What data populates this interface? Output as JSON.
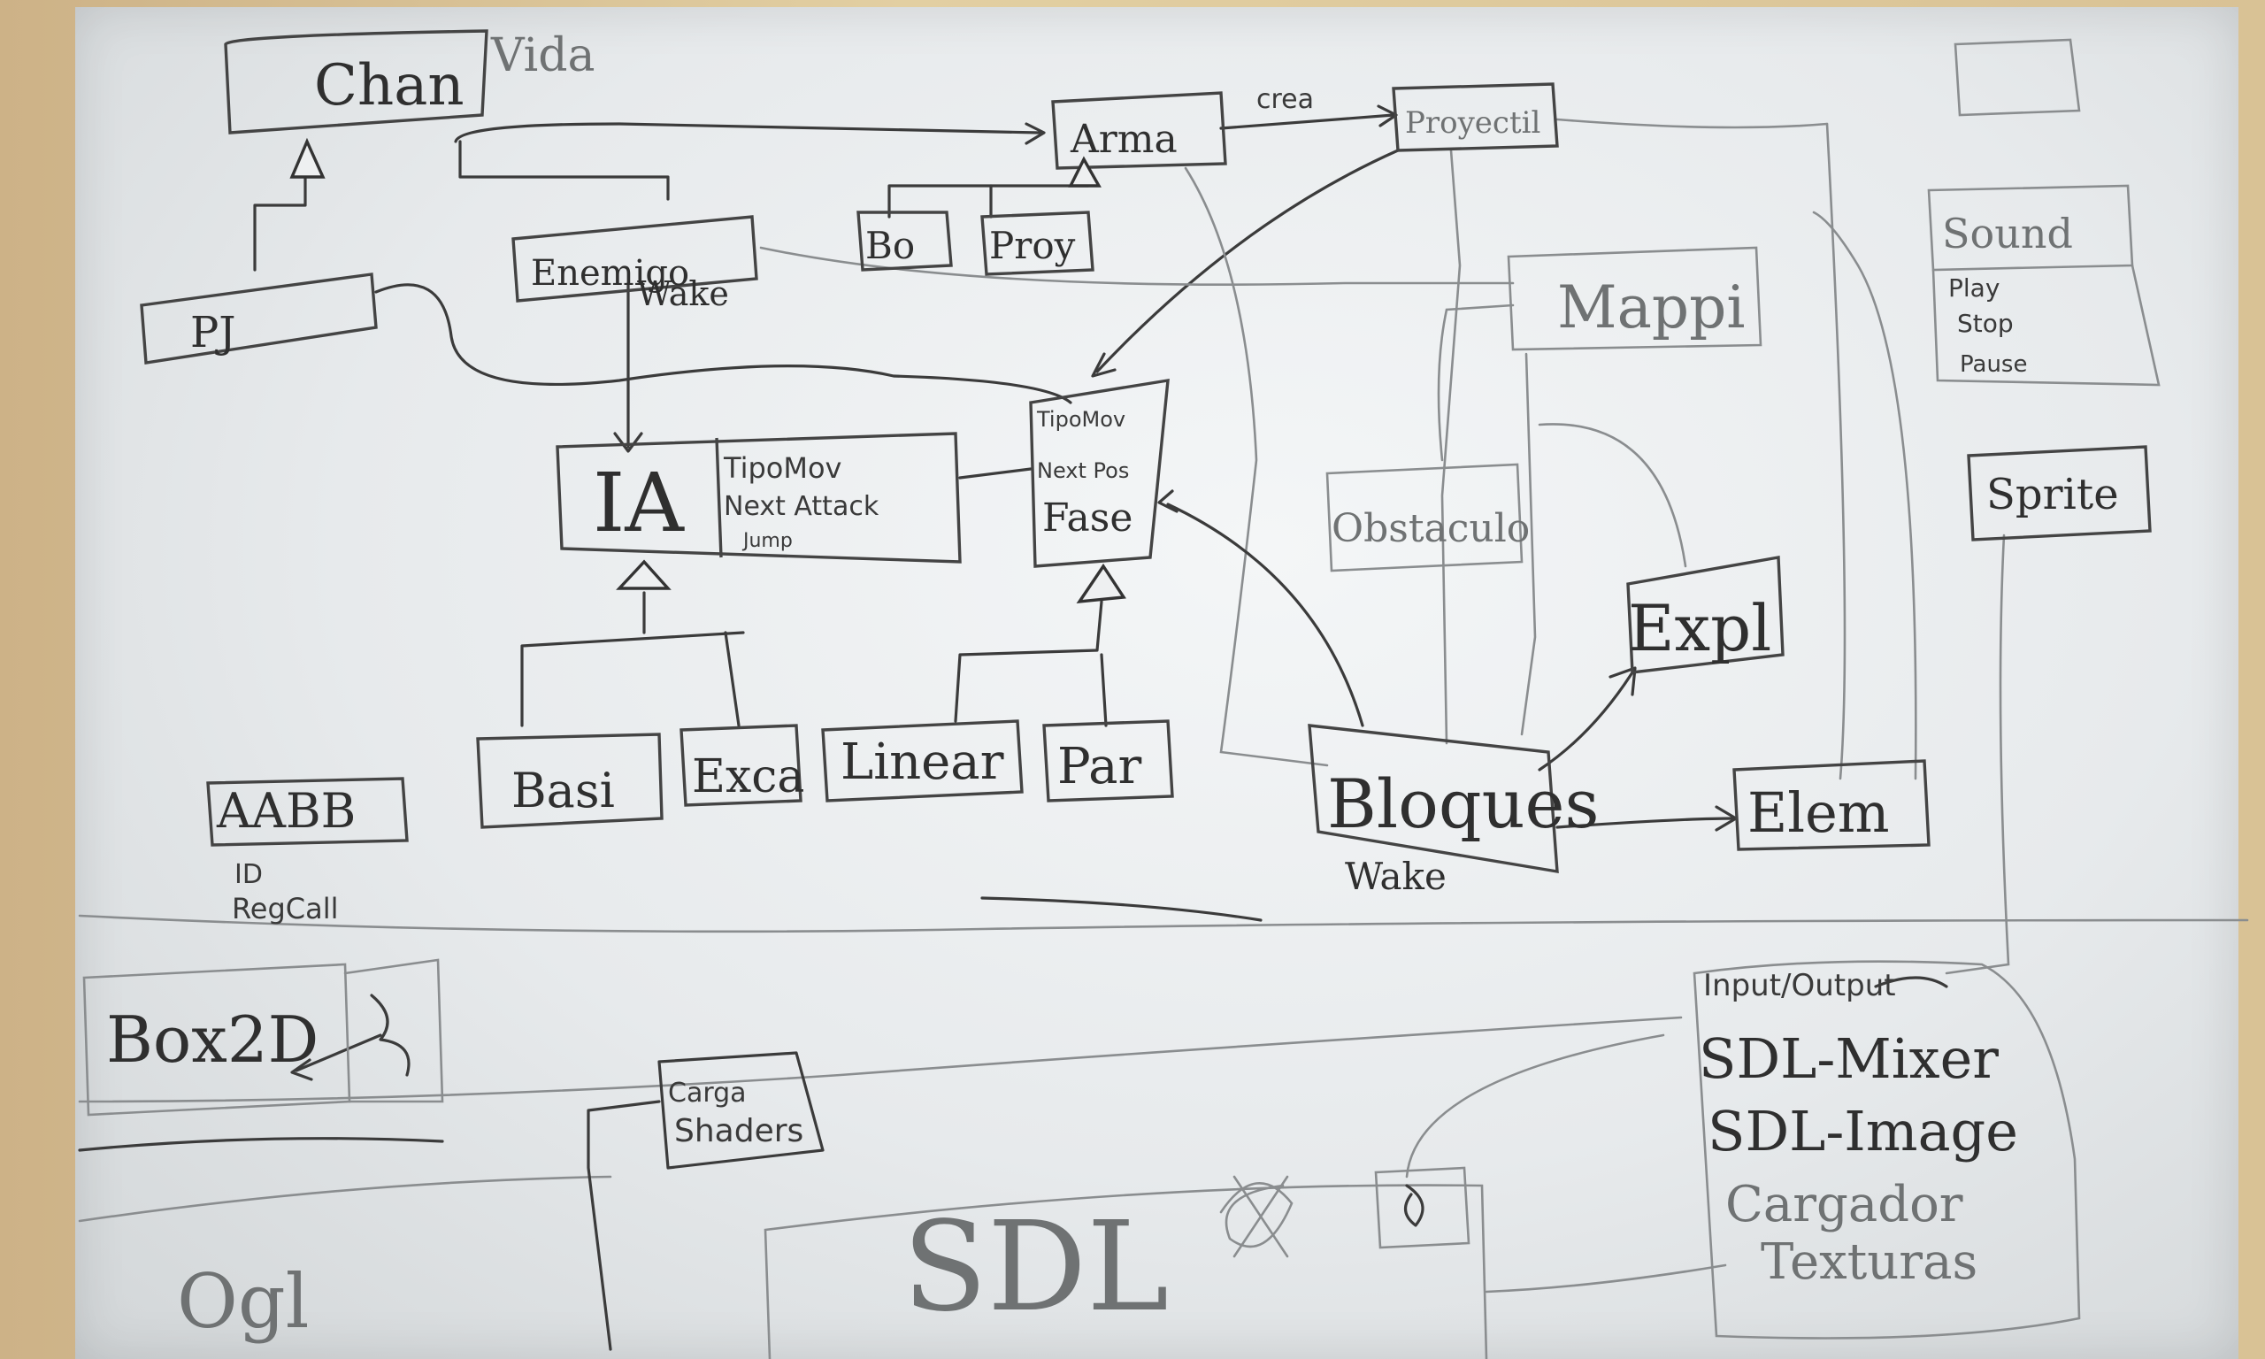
{
  "classes": {
    "chan": "Chan",
    "vida": "Vida",
    "arma": "Arma",
    "crea": "crea",
    "proyectil": "Proyectil",
    "bo": "Bo",
    "proy": "Proy",
    "enemigo": "Enemigo",
    "enemigo_wake": "Wake",
    "pj": "PJ",
    "ia": "IA",
    "ia_attrs": [
      "TipoMov",
      "Next Attack",
      "Jump"
    ],
    "tipomov": "TipoMov",
    "tipomov_attrs": [
      "Next Pos",
      "Fase"
    ],
    "basi": "Basi",
    "exca": "Exca",
    "linear": "Linear",
    "par": "Par",
    "mappi": "Mappi",
    "obstaculo": "Obstaculo",
    "expl": "Expl",
    "bloques": "Bloques",
    "bloques_wake": "Wake",
    "elem": "Elem",
    "aabb": "AABB",
    "aabb_attrs": [
      "ID",
      "RegCall"
    ],
    "sound": "Sound",
    "sound_ops": [
      "Play",
      "Stop",
      "Pause"
    ],
    "sprite": "Sprite",
    "box2d": "Box2D",
    "input_output": "Input/Output",
    "sdl_mixer": "SDL-Mixer",
    "sdl_image": "SDL-Image",
    "cargador_texturas": [
      "Cargador",
      "Texturas"
    ],
    "carga_shaders": [
      "Carga",
      "Shaders"
    ],
    "ogl": "Ogl",
    "sdl": "SDL"
  }
}
